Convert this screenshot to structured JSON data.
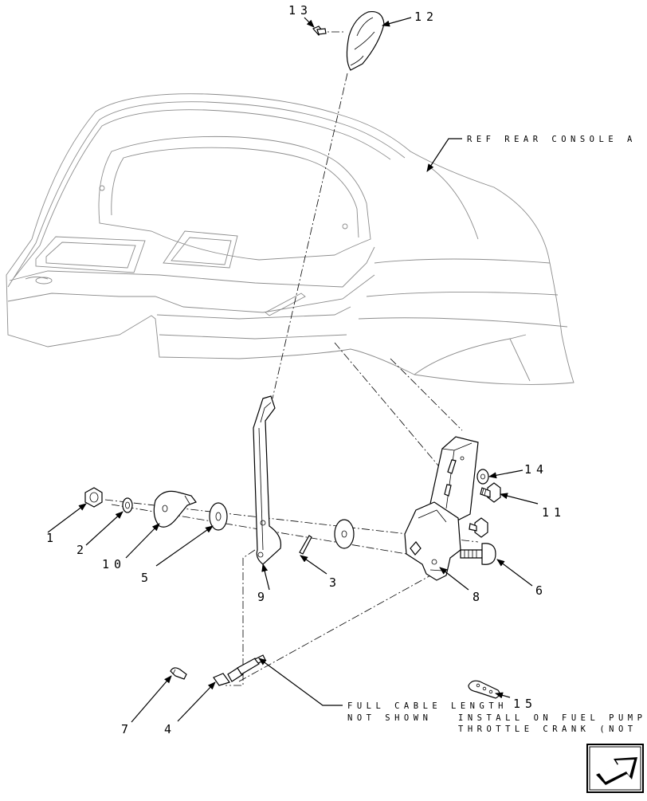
{
  "labels": {
    "p1": "1",
    "p2": "2",
    "p3": "3",
    "p4": "4",
    "p5": "5",
    "p6": "6",
    "p7": "7",
    "p8": "8",
    "p9": "9",
    "p10": "10",
    "p11": "11",
    "p12": "12",
    "p13": "13",
    "p14": "14",
    "p15": "15"
  },
  "notes": {
    "console_ref": "REF REAR CONSOLE A",
    "cable_line1": "FULL CABLE LENGTH",
    "cable_line2": "NOT SHOWN",
    "pump_line1": "INSTALL ON FUEL PUMP",
    "pump_line2": "THROTTLE CRANK (NOT SHOWN)"
  },
  "icons": {
    "nav": "next-page-arrow-icon"
  }
}
